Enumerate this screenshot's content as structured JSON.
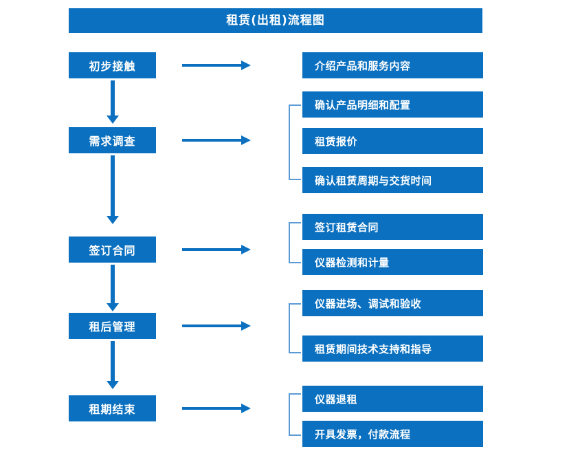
{
  "title": "租赁(出租)流程图",
  "colors": {
    "box_blue": "#0a70bf",
    "bracket_blue": "#5b9bd5",
    "text_white": "#ffffff",
    "background": "#ffffff"
  },
  "stages": [
    {
      "label": "初步接触"
    },
    {
      "label": "需求调查"
    },
    {
      "label": "签订合同"
    },
    {
      "label": "租后管理"
    },
    {
      "label": "租期结束"
    }
  ],
  "details": [
    {
      "label": "介绍产品和服务内容"
    },
    {
      "label": "确认产品明细和配置"
    },
    {
      "label": "租赁报价"
    },
    {
      "label": "确认租赁周期与交货时间"
    },
    {
      "label": "签订租赁合同"
    },
    {
      "label": "仪器检测和计量"
    },
    {
      "label": "仪器进场、调试和验收"
    },
    {
      "label": "租赁期间技术支持和指导"
    },
    {
      "label": "仪器退租"
    },
    {
      "label": "开具发票，付款流程"
    }
  ],
  "chart_data": {
    "type": "diagram",
    "title": "租赁(出租)流程图",
    "flow": [
      {
        "stage": "初步接触",
        "details": [
          "介绍产品和服务内容"
        ]
      },
      {
        "stage": "需求调查",
        "details": [
          "确认产品明细和配置",
          "租赁报价",
          "确认租赁周期与交货时间"
        ]
      },
      {
        "stage": "签订合同",
        "details": [
          "签订租赁合同",
          "仪器检测和计量"
        ]
      },
      {
        "stage": "租后管理",
        "details": [
          "仪器进场、调试和验收",
          "租赁期间技术支持和指导"
        ]
      },
      {
        "stage": "租期结束",
        "details": [
          "仪器退租",
          "开具发票，付款流程"
        ]
      }
    ],
    "connectors": {
      "vertical_arrows": 4,
      "horizontal_arrows": 5,
      "group_brackets": 4
    }
  }
}
